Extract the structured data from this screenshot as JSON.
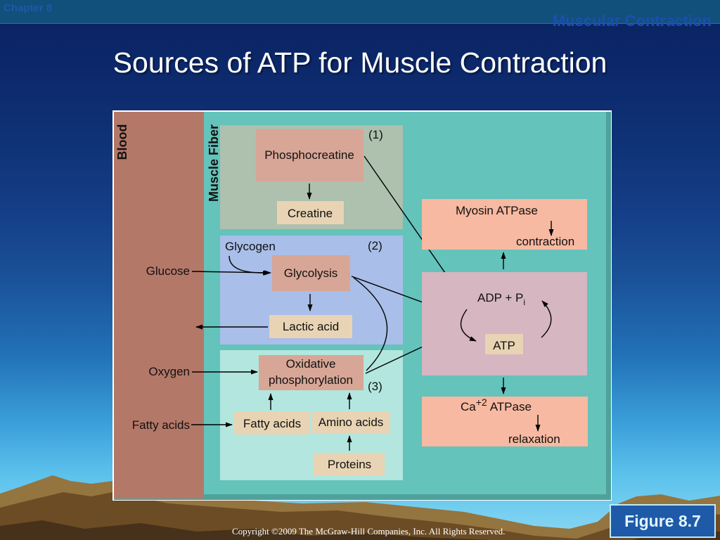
{
  "slide": {
    "chapter": "Chapter 8",
    "section": "Muscular Contraction",
    "title": "Sources of ATP for Muscle Contraction",
    "copyright": "Copyright ©2009 The McGraw-Hill Companies, Inc. All Rights Reserved.",
    "figure_label": "Figure 8.7"
  },
  "diagram": {
    "regions": {
      "blood": "Blood",
      "muscle_fiber": "Muscle Fiber"
    },
    "pathway_1": {
      "number": "(1)",
      "source": "Phosphocreatine",
      "product": "Creatine"
    },
    "pathway_2": {
      "number": "(2)",
      "glycogen": "Glycogen",
      "process": "Glycolysis",
      "product": "Lactic acid"
    },
    "pathway_3": {
      "number": "(3)",
      "process_line1": "Oxidative",
      "process_line2": "phosphorylation",
      "fatty_acids": "Fatty acids",
      "amino_acids": "Amino acids",
      "proteins": "Proteins"
    },
    "blood_inputs": {
      "glucose": "Glucose",
      "oxygen": "Oxygen",
      "fatty_acids": "Fatty acids"
    },
    "atp_cycle": {
      "adp": "ADP + P",
      "adp_subscript": "i",
      "atp": "ATP"
    },
    "myosin": {
      "enzyme": "Myosin ATPase",
      "result": "contraction"
    },
    "calcium": {
      "ion": "Ca",
      "charge": "+2",
      "enzyme": "ATPase",
      "result": "relaxation"
    }
  },
  "colors": {
    "blood": "#b47868",
    "muscle_fiber": "#64c3bb",
    "muscle_fiber_edge": "#4fa29b",
    "pathway_1_bg": "#aec0ae",
    "pathway_2_bg": "#a9bee8",
    "pathway_3_bg": "#b3e6de",
    "fuel_box": "#d8a696",
    "product_box": "#e8d4b4",
    "enzyme_box": "#f7b9a1",
    "atp_cycle_box": "#d5b6c1",
    "mountain_back": "#94743f",
    "mountain_mid": "#6c4c24",
    "mountain_front": "#47311a"
  }
}
